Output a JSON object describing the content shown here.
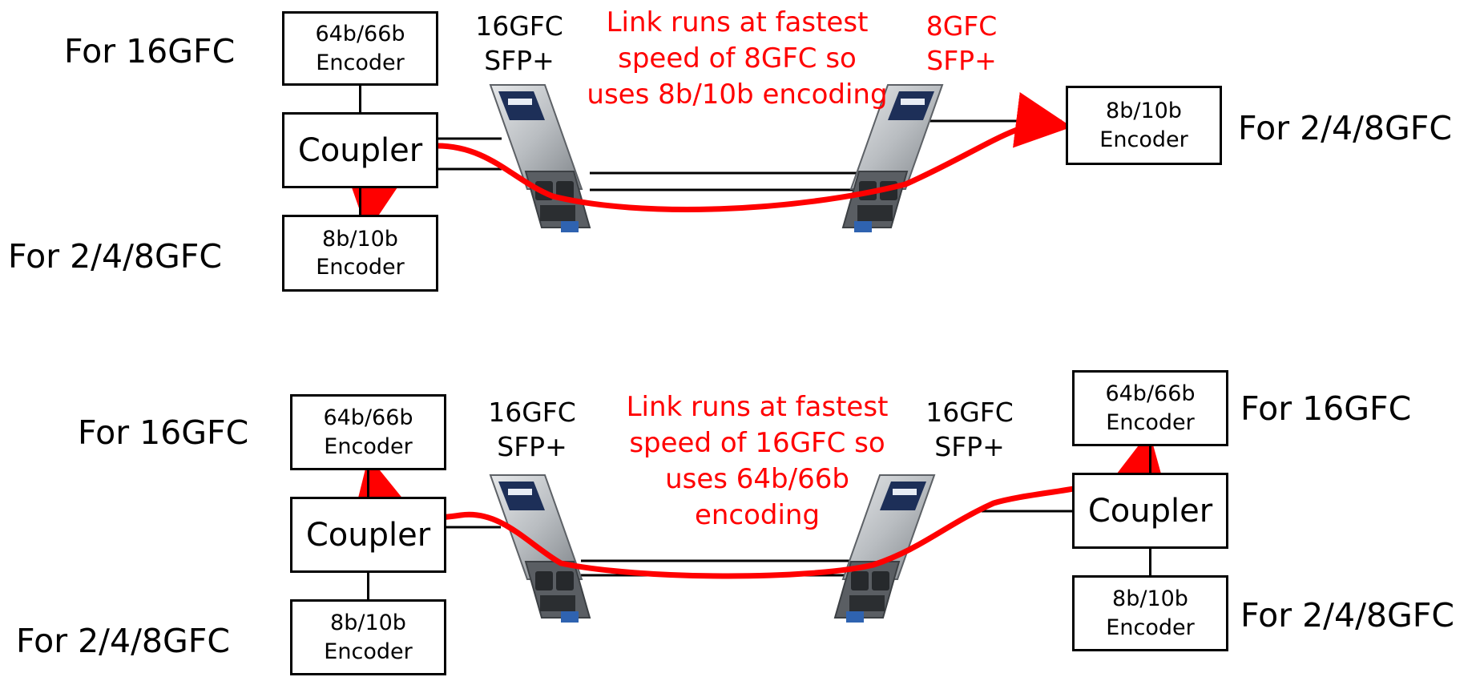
{
  "colors": {
    "link_path": "#ff0000",
    "annotation_text": "#ff0000",
    "outline": "#000000"
  },
  "icons": {
    "transceiver": "sfp-plus-module-icon"
  },
  "top": {
    "left": {
      "label_16g": "For 16GFC",
      "label_8g": "For 2/4/8GFC",
      "enc64": [
        "64b/66b",
        "Encoder"
      ],
      "coupler": "Coupler",
      "enc8": [
        "8b/10b",
        "Encoder"
      ]
    },
    "sfp_left": [
      "16GFC",
      "SFP+"
    ],
    "note": [
      "Link runs at fastest",
      "speed of 8GFC so",
      "uses 8b/10b encoding"
    ],
    "sfp_right": [
      "8GFC",
      "SFP+"
    ],
    "right": {
      "enc8": [
        "8b/10b",
        "Encoder"
      ],
      "label_8g": "For 2/4/8GFC"
    }
  },
  "bottom": {
    "left": {
      "label_16g": "For 16GFC",
      "label_8g": "For 2/4/8GFC",
      "enc64": [
        "64b/66b",
        "Encoder"
      ],
      "coupler": "Coupler",
      "enc8": [
        "8b/10b",
        "Encoder"
      ]
    },
    "sfp_left": [
      "16GFC",
      "SFP+"
    ],
    "note": [
      "Link runs at fastest",
      "speed of 16GFC so",
      "uses 64b/66b",
      "encoding"
    ],
    "sfp_right": [
      "16GFC",
      "SFP+"
    ],
    "right": {
      "label_16g": "For 16GFC",
      "label_8g": "For 2/4/8GFC",
      "enc64": [
        "64b/66b",
        "Encoder"
      ],
      "coupler": "Coupler",
      "enc8": [
        "8b/10b",
        "Encoder"
      ]
    }
  }
}
